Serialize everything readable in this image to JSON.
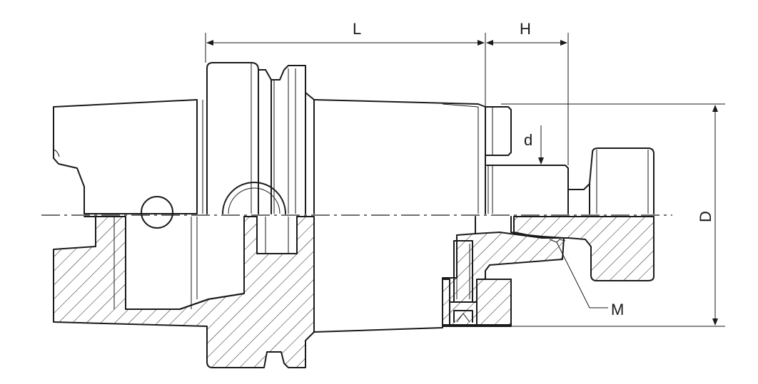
{
  "labels": {
    "L": "L",
    "H": "H",
    "d": "d",
    "D": "D",
    "M": "M"
  },
  "colors": {
    "line": "#1a1a1a",
    "background": "#ffffff"
  }
}
